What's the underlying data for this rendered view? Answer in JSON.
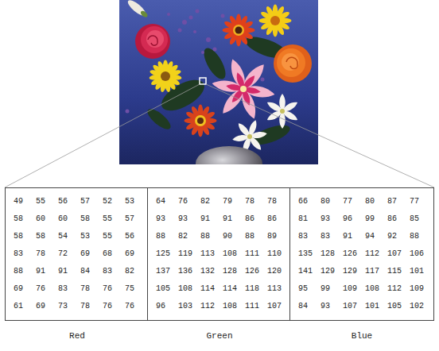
{
  "diagram": {
    "nodes": [
      {
        "text": [
          "49",
          "55",
          "56",
          "57",
          "52",
          "53",
          "58",
          "60",
          "60",
          "58",
          "55",
          "57",
          "58",
          "58",
          "54",
          "53",
          "55",
          "56",
          "83",
          "78",
          "72",
          "69",
          "68",
          "69",
          "88",
          "91",
          "91",
          "84",
          "83",
          "82",
          "69",
          "76",
          "83",
          "78",
          "76",
          "75",
          "61",
          "69",
          "73",
          "78",
          "76",
          "76",
          "Red"
        ]
      },
      {
        "text": [
          "64",
          "76",
          "82",
          "79",
          "78",
          "78",
          "93",
          "93",
          "91",
          "91",
          "86",
          "86",
          "88",
          "82",
          "88",
          "90",
          "88",
          "89",
          "125",
          "119",
          "113",
          "108",
          "111",
          "110",
          "137",
          "136",
          "132",
          "128",
          "126",
          "120",
          "105",
          "108",
          "114",
          "114",
          "118",
          "113",
          "96",
          "103",
          "112",
          "108",
          "111",
          "107",
          "Green"
        ]
      },
      {
        "text": [
          "66",
          "80",
          "77",
          "80",
          "87",
          "77",
          "81",
          "93",
          "96",
          "99",
          "86",
          "85",
          "83",
          "83",
          "91",
          "94",
          "92",
          "88",
          "135",
          "128",
          "126",
          "112",
          "107",
          "106",
          "141",
          "129",
          "129",
          "117",
          "115",
          "101",
          "95",
          "99",
          "109",
          "108",
          "112",
          "109",
          "84",
          "93",
          "107",
          "101",
          "105",
          "102",
          "Blue"
        ]
      }
    ]
  }
}
